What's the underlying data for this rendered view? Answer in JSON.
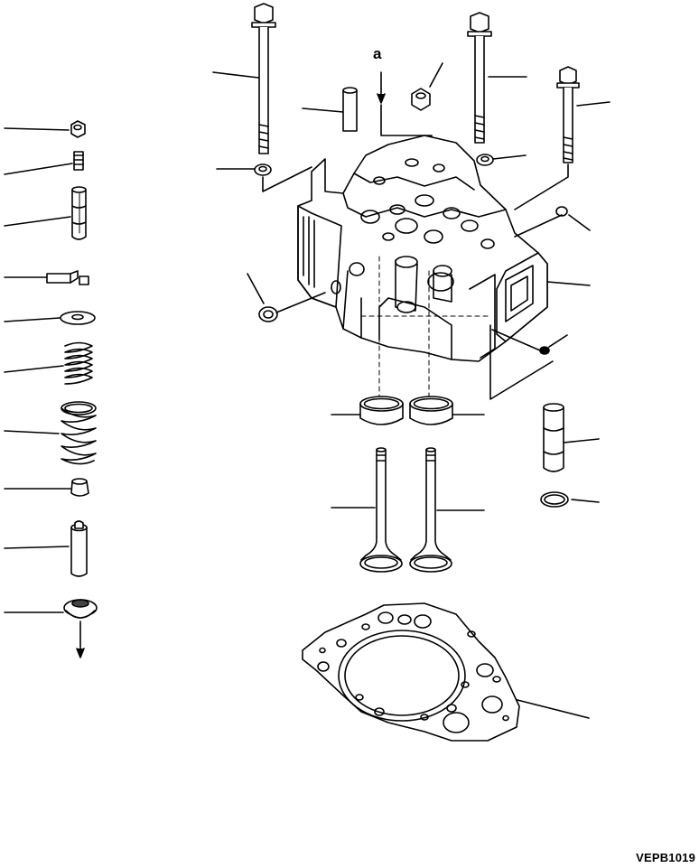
{
  "drawing": {
    "code": "VEPB1019",
    "reference_marker": "a",
    "line_color": "#000000",
    "background_color": "#ffffff"
  },
  "parts": [
    {
      "name": "valve-rotator-nut",
      "icon": "nut-icon"
    },
    {
      "name": "valve-spring-retainer-collet",
      "icon": "collet-icon"
    },
    {
      "name": "injector-sleeve",
      "icon": "sleeve-icon"
    },
    {
      "name": "valve-key",
      "icon": "key-icon"
    },
    {
      "name": "spring-seat-washer",
      "icon": "washer-icon"
    },
    {
      "name": "inner-valve-spring",
      "icon": "spring-icon"
    },
    {
      "name": "outer-valve-spring",
      "icon": "spring-icon"
    },
    {
      "name": "valve-stem-seal",
      "icon": "seal-icon"
    },
    {
      "name": "valve-guide",
      "icon": "guide-icon"
    },
    {
      "name": "valve-spring-seat",
      "icon": "seat-icon"
    },
    {
      "name": "head-bolt-long",
      "icon": "bolt-icon"
    },
    {
      "name": "head-bolt-center",
      "icon": "bolt-icon"
    },
    {
      "name": "head-bolt-short",
      "icon": "bolt-icon"
    },
    {
      "name": "dowel-pin",
      "icon": "pin-icon"
    },
    {
      "name": "plug-nut",
      "icon": "nut-icon"
    },
    {
      "name": "bolt-washer-left",
      "icon": "washer-icon"
    },
    {
      "name": "bolt-washer-right",
      "icon": "washer-icon"
    },
    {
      "name": "cylinder-head",
      "icon": "cylinder-head-icon"
    },
    {
      "name": "o-ring",
      "icon": "o-ring-icon"
    },
    {
      "name": "valve-seat-insert-intake",
      "icon": "ring-icon"
    },
    {
      "name": "valve-seat-insert-exhaust",
      "icon": "ring-icon"
    },
    {
      "name": "intake-valve",
      "icon": "valve-icon"
    },
    {
      "name": "exhaust-valve",
      "icon": "valve-icon"
    },
    {
      "name": "nozzle-holder-sleeve",
      "icon": "sleeve-icon"
    },
    {
      "name": "sleeve-seal-ring",
      "icon": "o-ring-icon"
    },
    {
      "name": "head-gasket",
      "icon": "gasket-icon"
    }
  ]
}
